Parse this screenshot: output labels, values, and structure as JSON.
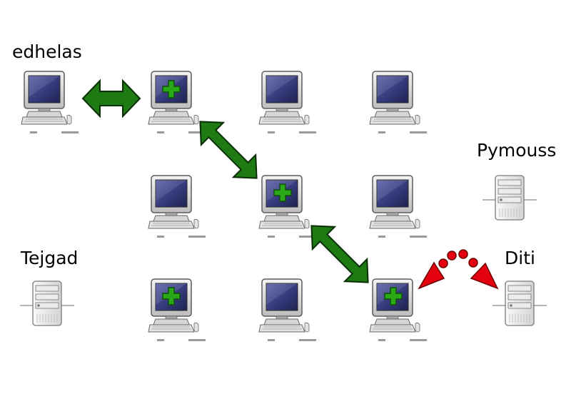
{
  "labels": {
    "edhelas": "edhelas",
    "pymouss": "Pymouss",
    "tejgad": "Tejgad",
    "diti": "Diti"
  },
  "colors": {
    "arrow_fill": "#1e7a12",
    "arrow_stroke": "#0b2e06",
    "plus": "#2aa818",
    "screen": "#34397a",
    "red_marker": "#e3000f"
  }
}
